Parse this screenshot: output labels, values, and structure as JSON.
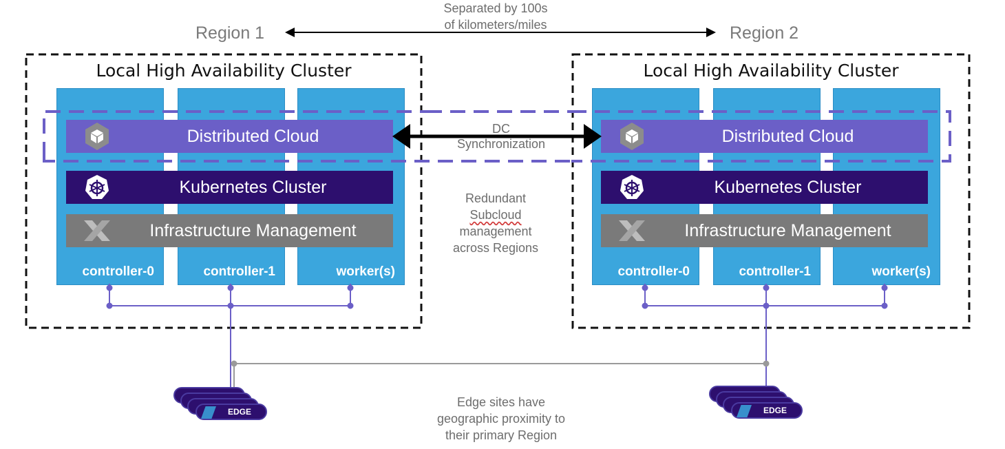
{
  "top_note": [
    "Separated by 100s",
    "of kilometers/miles"
  ],
  "regions": [
    {
      "label": "Region 1",
      "cluster_title": "Local High Availability Cluster",
      "columns": [
        "controller-0",
        "controller-1",
        "worker(s)"
      ],
      "bars": {
        "dc": "Distributed Cloud",
        "k8s": "Kubernetes Cluster",
        "infra": "Infrastructure Management"
      }
    },
    {
      "label": "Region 2",
      "cluster_title": "Local High Availability Cluster",
      "columns": [
        "controller-0",
        "controller-1",
        "worker(s)"
      ],
      "bars": {
        "dc": "Distributed Cloud",
        "k8s": "Kubernetes Cluster",
        "infra": "Infrastructure Management"
      }
    }
  ],
  "dc_sync_label": [
    "DC",
    "Synchronization"
  ],
  "redundant_note": [
    "Redundant",
    "Subcloud",
    "management",
    "across Regions"
  ],
  "edge_note": [
    "Edge sites have",
    "geographic proximity to",
    "their primary Region"
  ],
  "edge_label": "EDGE",
  "icons": {
    "dc": "cube-hexagon-icon",
    "k8s": "kubernetes-wheel-icon",
    "infra": "starlingx-x-icon"
  },
  "colors": {
    "column_blue": "#3ba6dd",
    "dc_purple": "#6b5fc7",
    "k8s_dark": "#2d0f6e",
    "infra_gray": "#7a7a7a",
    "dashed_purple": "#6b5fc7",
    "network_purple": "#6b5fc7"
  }
}
